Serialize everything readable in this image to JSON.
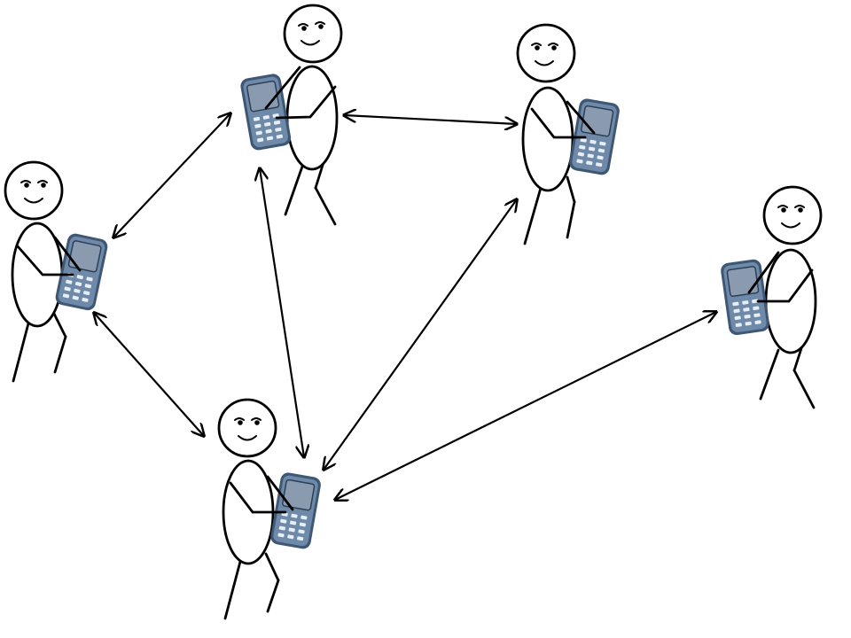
{
  "diagram": {
    "kind": "mobile-ad-hoc-network",
    "colors": {
      "background": "#ffffff",
      "stroke": "#000000",
      "phone_body": "#6f8aa8",
      "phone_body_dark": "#3e5775",
      "phone_screen": "#8a9bb0",
      "phone_keys": "#e6eef6"
    },
    "nodes": [
      {
        "id": "person-a",
        "icon": "person-with-phone-icon",
        "phone_side": "left"
      },
      {
        "id": "person-b",
        "icon": "person-with-phone-icon",
        "phone_side": "right"
      },
      {
        "id": "person-c",
        "icon": "person-with-phone-icon",
        "phone_side": "right"
      },
      {
        "id": "person-d",
        "icon": "person-with-phone-icon",
        "phone_side": "right"
      },
      {
        "id": "person-e",
        "icon": "person-with-phone-icon",
        "phone_side": "left"
      }
    ],
    "links": [
      {
        "from": "person-a",
        "to": "person-b",
        "direction": "bidirectional"
      },
      {
        "from": "person-a",
        "to": "person-c",
        "direction": "bidirectional"
      },
      {
        "from": "person-a",
        "to": "person-d",
        "direction": "bidirectional"
      },
      {
        "from": "person-c",
        "to": "person-d",
        "direction": "bidirectional"
      },
      {
        "from": "person-b",
        "to": "person-d",
        "direction": "bidirectional"
      },
      {
        "from": "person-d",
        "to": "person-e",
        "direction": "bidirectional"
      }
    ]
  }
}
